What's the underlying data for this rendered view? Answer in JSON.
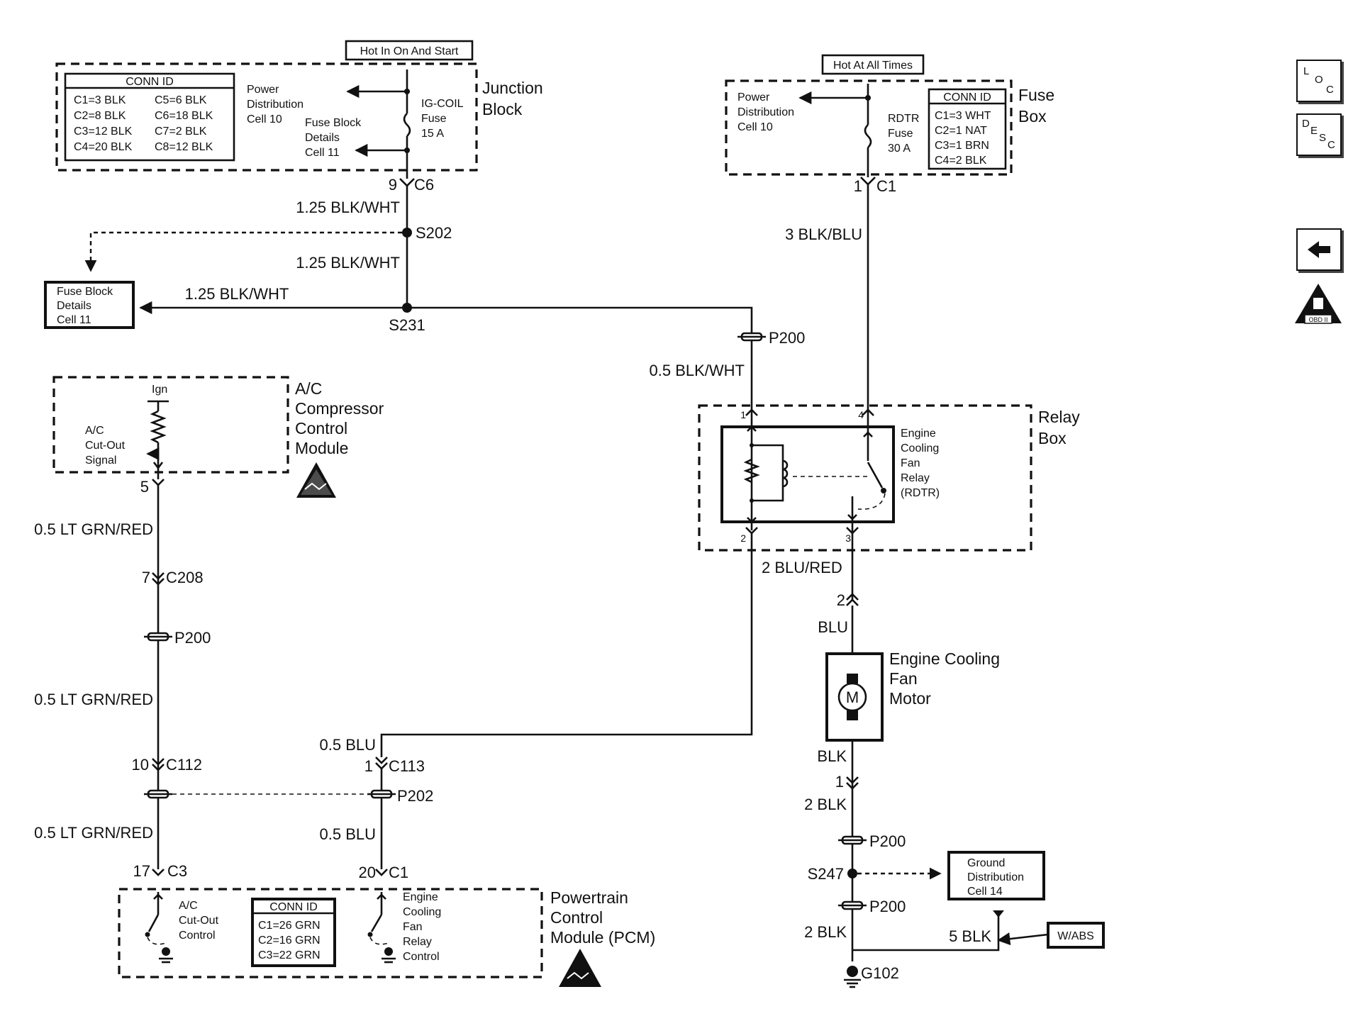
{
  "junction_block": {
    "tag": "Hot In On And Start",
    "title_line1": "Junction",
    "title_line2": "Block",
    "conn_id_title": "CONN ID",
    "conn_ids": [
      "C1=3 BLK",
      "C5=6 BLK",
      "C2=8 BLK",
      "C6=18 BLK",
      "C3=12 BLK",
      "C7=2 BLK",
      "C4=20 BLK",
      "C8=12 BLK"
    ],
    "power_dist": [
      "Power",
      "Distribution",
      "Cell 10"
    ],
    "fuse_details": [
      "Fuse Block",
      "Details",
      "Cell 11"
    ],
    "fuse": [
      "IG-COIL",
      "Fuse",
      "15 A"
    ],
    "pin": "9",
    "connector": "C6"
  },
  "fuse_box": {
    "tag": "Hot At All Times",
    "title_line1": "Fuse",
    "title_line2": "Box",
    "conn_id_title": "CONN ID",
    "conn_ids": [
      "C1=3 WHT",
      "C2=1 NAT",
      "C3=1 BRN",
      "C4=2 BLK"
    ],
    "power_dist": [
      "Power",
      "Distribution",
      "Cell 10"
    ],
    "fuse": [
      "RDTR",
      "Fuse",
      "30 A"
    ],
    "pin": "1",
    "connector": "C1"
  },
  "fuse_block_details": [
    "Fuse Block",
    "Details",
    "Cell 11"
  ],
  "wires": {
    "w1": "1.25 BLK/WHT",
    "w2": "1.25 BLK/WHT",
    "w3": "1.25 BLK/WHT",
    "w4": "3 BLK/BLU",
    "w5": "0.5 BLK/WHT",
    "w6": "2 BLU/RED",
    "w7": "BLU",
    "w8": "BLK",
    "w9": "2 BLK",
    "w10": "2 BLK",
    "w11": "5 BLK",
    "w12": "0.5 LT GRN/RED",
    "w13": "0.5 LT GRN/RED",
    "w14": "0.5 LT GRN/RED",
    "w15": "0.5 BLU",
    "w16": "0.5 BLU"
  },
  "splices": {
    "s202": "S202",
    "s231": "S231",
    "s247": "S247",
    "g102": "G102"
  },
  "passthroughs": {
    "p200_a": "P200",
    "p200_b": "P200",
    "p200_c": "P200",
    "p200_d": "P200",
    "p202": "P202"
  },
  "ac_module": {
    "title": [
      "A/C",
      "Compressor",
      "Control",
      "Module"
    ],
    "ign": "Ign",
    "signal": [
      "A/C",
      "Cut-Out",
      "Signal"
    ],
    "pin": "5"
  },
  "connectors": {
    "c208_pin": "7",
    "c208": "C208",
    "c112_pin": "10",
    "c112": "C112",
    "c113_pin": "1",
    "c113": "C113",
    "c3_pin": "17",
    "c3": "C3",
    "c1_pin": "20",
    "c1": "C1",
    "motor_pin_top": "2",
    "motor_pin_bottom": "1"
  },
  "relay_box": {
    "title_line1": "Relay",
    "title_line2": "Box",
    "relay_name": [
      "Engine",
      "Cooling",
      "Fan",
      "Relay",
      "(RDTR)"
    ],
    "pin1": "1",
    "pin2": "2",
    "pin3": "3",
    "pin4": "4"
  },
  "motor": {
    "symbol": "M",
    "label": [
      "Engine Cooling",
      "Fan",
      "Motor"
    ]
  },
  "ground_dist": [
    "Ground",
    "Distribution",
    "Cell 14"
  ],
  "w_abs": "W/ABS",
  "pcm": {
    "title": [
      "Powertrain",
      "Control",
      "Module (PCM)"
    ],
    "conn_id_title": "CONN ID",
    "conn_ids": [
      "C1=26 GRN",
      "C2=16 GRN",
      "C3=22 GRN"
    ],
    "ac_control": [
      "A/C",
      "Cut-Out",
      "Control"
    ],
    "fan_control": [
      "Engine",
      "Cooling",
      "Fan",
      "Relay",
      "Control"
    ]
  },
  "side_icons": {
    "loc": [
      "L",
      "O",
      "C"
    ],
    "desc": [
      "D",
      "E",
      "S",
      "C"
    ],
    "back": "left-arrow-icon",
    "obd": "OBD II"
  }
}
